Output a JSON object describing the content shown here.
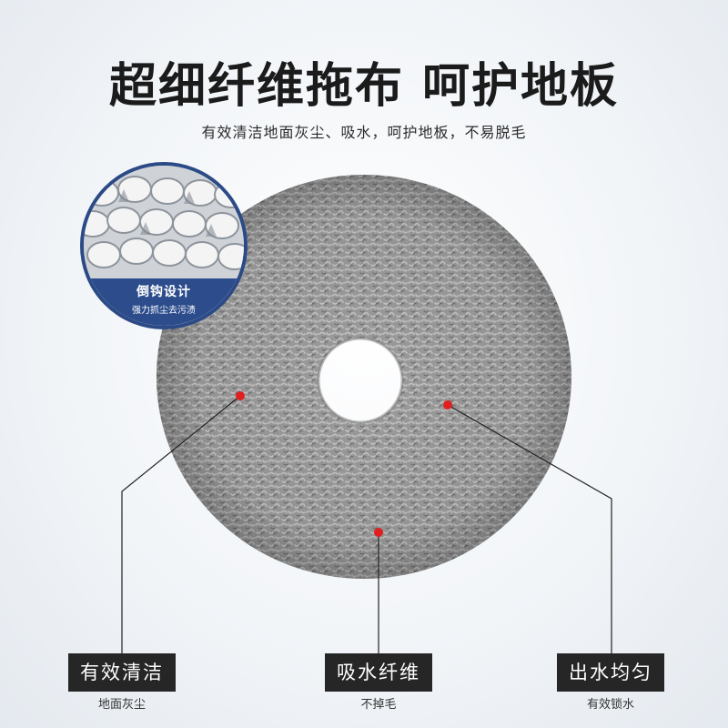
{
  "title": "超细纤维拖布 呵护地板",
  "subtitle": "有效清洁地面灰尘、吸水，呵护地板，不易脱毛",
  "inset": {
    "title": "倒钩设计",
    "subtitle": "强力抓尘去污渍"
  },
  "features": [
    {
      "label": "有效清洁",
      "sub": "地面灰尘"
    },
    {
      "label": "吸水纤维",
      "sub": "不掉毛"
    },
    {
      "label": "出水均匀",
      "sub": "有效锁水"
    }
  ],
  "colors": {
    "accent": "#2c4c8c",
    "marker": "#e02020",
    "label_bg": "#262626",
    "mop": "#9a9a9a"
  }
}
